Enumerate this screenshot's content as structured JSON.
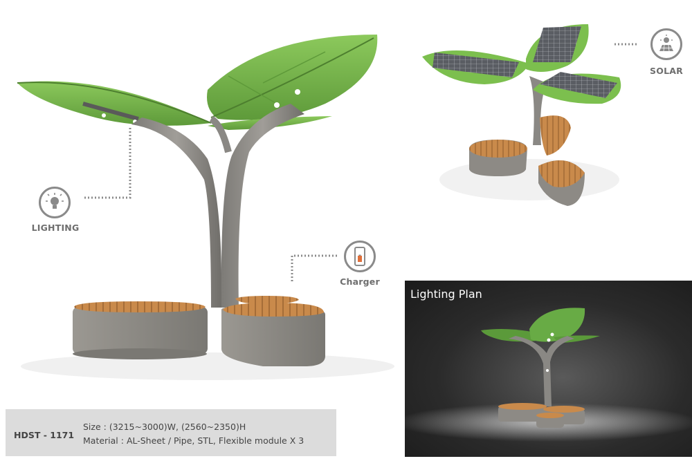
{
  "callouts": {
    "lighting": {
      "label": "LIGHTING",
      "icon": "lightbulb-icon"
    },
    "charger": {
      "label": "Charger",
      "icon": "phone-battery-icon"
    },
    "solar": {
      "label": "SOLAR",
      "icon": "solar-panel-icon"
    }
  },
  "lighting_plan": {
    "title": "Lighting Plan"
  },
  "spec": {
    "model": "HDST - 1171",
    "size": "Size : (3215~3000)W, (2560~2350)H",
    "material": "Material : AL-Sheet / Pipe, STL, Flexible module X 3"
  },
  "colors": {
    "leaf_green": "#7cbf4e",
    "leaf_dark": "#5e9a3a",
    "steel_grey": "#8c8a86",
    "wood": "#c98a4b",
    "icon_grey": "#8a8a8a"
  }
}
